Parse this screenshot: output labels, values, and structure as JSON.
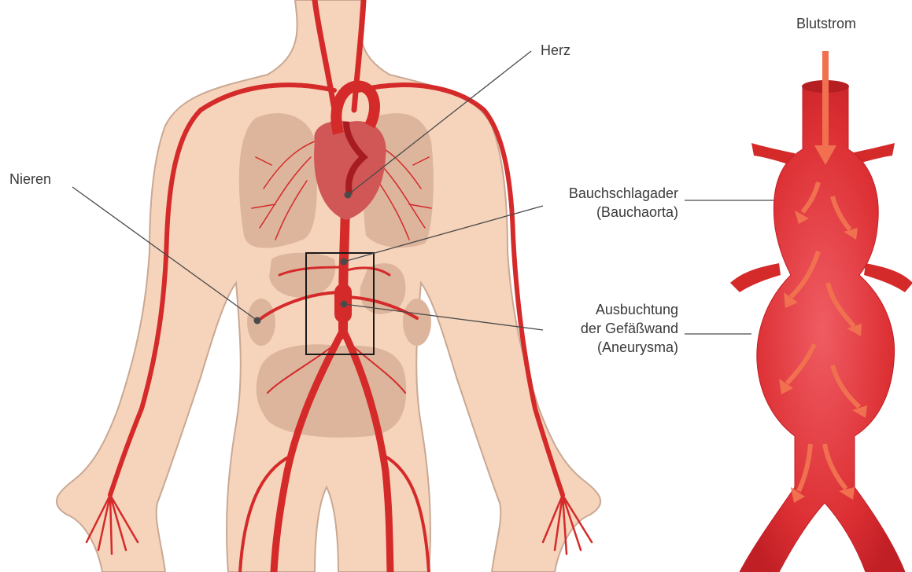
{
  "labels": {
    "blutstrom": "Blutstrom",
    "herz": "Herz",
    "nieren": "Nieren",
    "bauchschlagader": "Bauchschlagader",
    "bauchaorta": "(Bauchaorta)",
    "ausbuchtung": "Ausbuchtung",
    "gefaesswand": "der Gefäßwand",
    "aneurysma": "(Aneurysma)"
  },
  "colors": {
    "skin": "#f6d4bb",
    "skin_outline": "#c9a894",
    "organ": "#dcb59c",
    "vessel": "#d52a2a",
    "vessel_dark": "#b51f22",
    "heart": "#d15757",
    "flow_arrow": "#f07050",
    "line": "#4a4a4a"
  }
}
